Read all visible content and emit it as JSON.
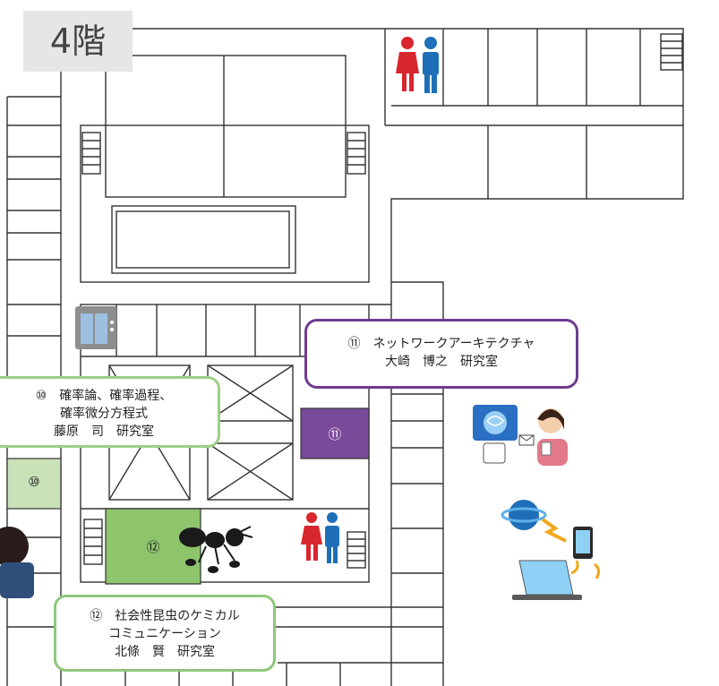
{
  "floor": {
    "label": "4階"
  },
  "rooms": {
    "r10": {
      "number": "⑩",
      "color": "#c9e2b8"
    },
    "r11": {
      "number": "⑪",
      "color": "#7a4a9a"
    },
    "r12": {
      "number": "⑫",
      "color": "#8dc46c"
    }
  },
  "labs": {
    "lab10": {
      "line1": "⑩　確率論、確率過程、",
      "line2": "確率微分方程式",
      "line3": "藤原　司　研究室",
      "border": "#9ccf86"
    },
    "lab11": {
      "line1": "⑪　ネットワークアーキテクチャ",
      "line2": "大崎　博之　研究室",
      "border": "#6e3c8f"
    },
    "lab12": {
      "line1": "⑫　社会性昆虫のケミカル",
      "line2": "コミュニケーション",
      "line3": "北條　賢　研究室",
      "border": "#8fc87a"
    }
  },
  "icons": {
    "restroom_top": "restroom-icon",
    "restroom_mid": "restroom-icon",
    "elevator": "elevator-icon",
    "ant": "ant-illustration",
    "ai_person": "network-researcher-illustration",
    "network": "network-devices-illustration"
  }
}
